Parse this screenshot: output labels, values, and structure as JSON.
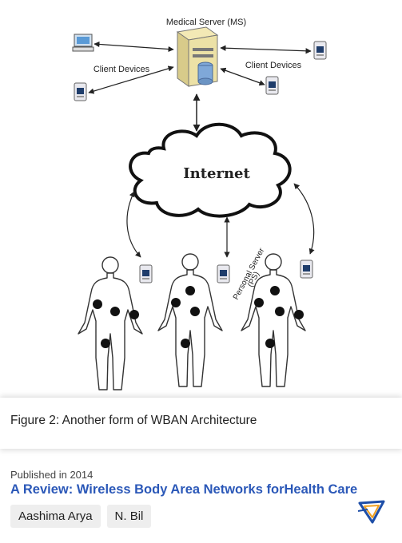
{
  "figure": {
    "server_label": "Medical Server (MS)",
    "client_label_left": "Client Devices",
    "client_label_right": "Client Devices",
    "internet_label": "Internet",
    "ps_label_1": "Personal Server",
    "ps_label_2": "(PS)"
  },
  "caption": "Figure 2: Another form of WBAN Architecture",
  "publication": {
    "date": "Published in 2014",
    "title": "A Review: Wireless Body Area Networks forHealth Care",
    "authors": [
      "Aashima Arya",
      "N. Bil"
    ]
  },
  "icons": {
    "publisher_logo": "publisher-logo-icon",
    "corner": "corner-indicator"
  },
  "colors": {
    "title_blue": "#2b58b8",
    "accent": "#2f5fd0"
  }
}
